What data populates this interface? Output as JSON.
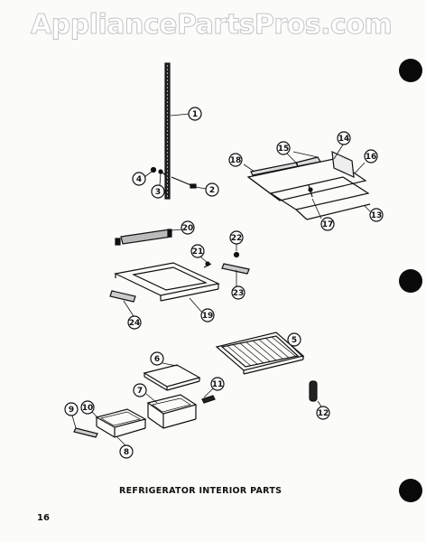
{
  "watermark": "AppliancePartsPros.com",
  "caption": "REFRIGERATOR INTERIOR PARTS",
  "page_number": "16",
  "callouts": [
    "1",
    "2",
    "3",
    "4",
    "5",
    "6",
    "7",
    "8",
    "9",
    "10",
    "11",
    "12",
    "13",
    "14",
    "15",
    "16",
    "17",
    "18",
    "19",
    "20",
    "21",
    "22",
    "23",
    "24"
  ]
}
